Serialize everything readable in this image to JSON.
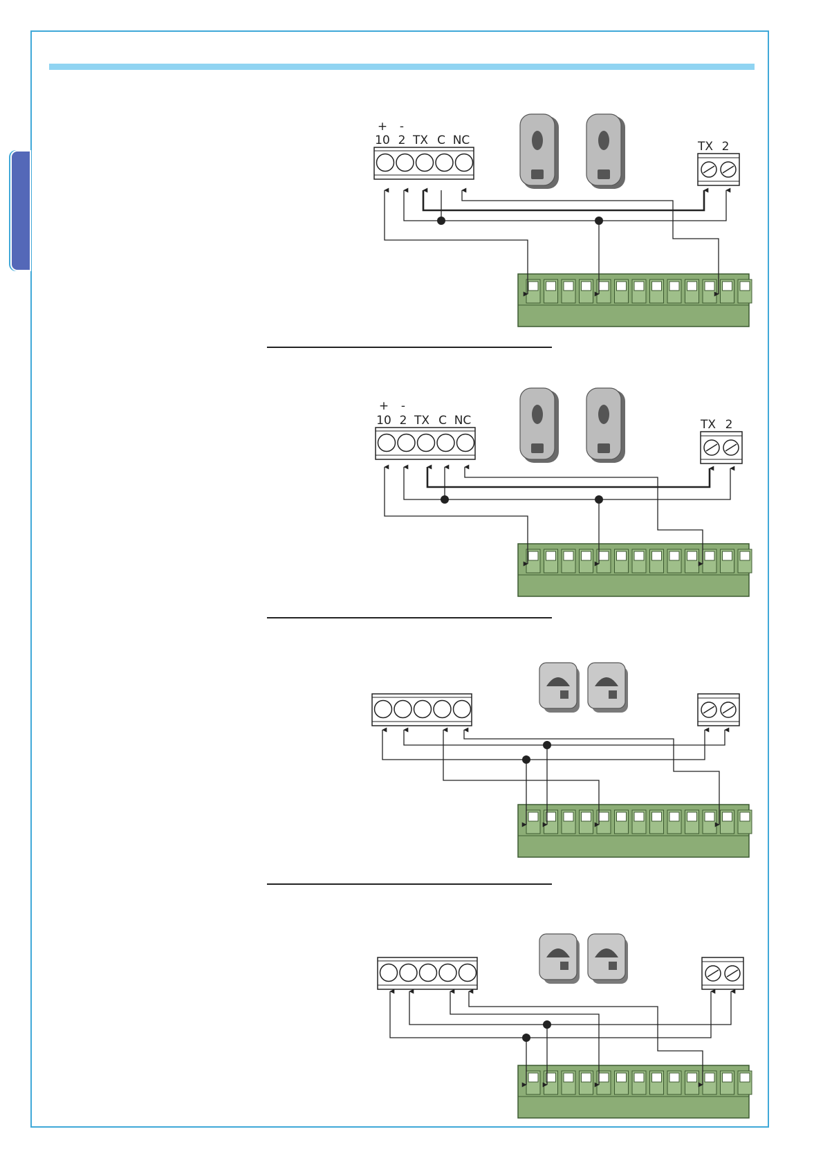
{
  "colors": {
    "frame": "#3fa8d8",
    "header_bar": "#90d4f2",
    "side_tab": "#5468b8",
    "terminal_green": "#8cad76",
    "terminal_dark": "#3c5a30",
    "wire": "#222222"
  },
  "diagram_1": {
    "photocell_terminals": [
      "10",
      "2",
      "TX",
      "C",
      "NC"
    ],
    "polarity": [
      "+",
      "-"
    ],
    "transmitter_terminals": [
      "TX",
      "2"
    ]
  },
  "diagram_2": {
    "photocell_terminals": [
      "10",
      "2",
      "TX",
      "C",
      "NC"
    ],
    "polarity": [
      "+",
      "-"
    ],
    "transmitter_terminals": [
      "TX",
      "2"
    ]
  },
  "icons": {
    "keypad_remote": "remote-control-icon",
    "photocell_device": "photocell-device-icon"
  }
}
